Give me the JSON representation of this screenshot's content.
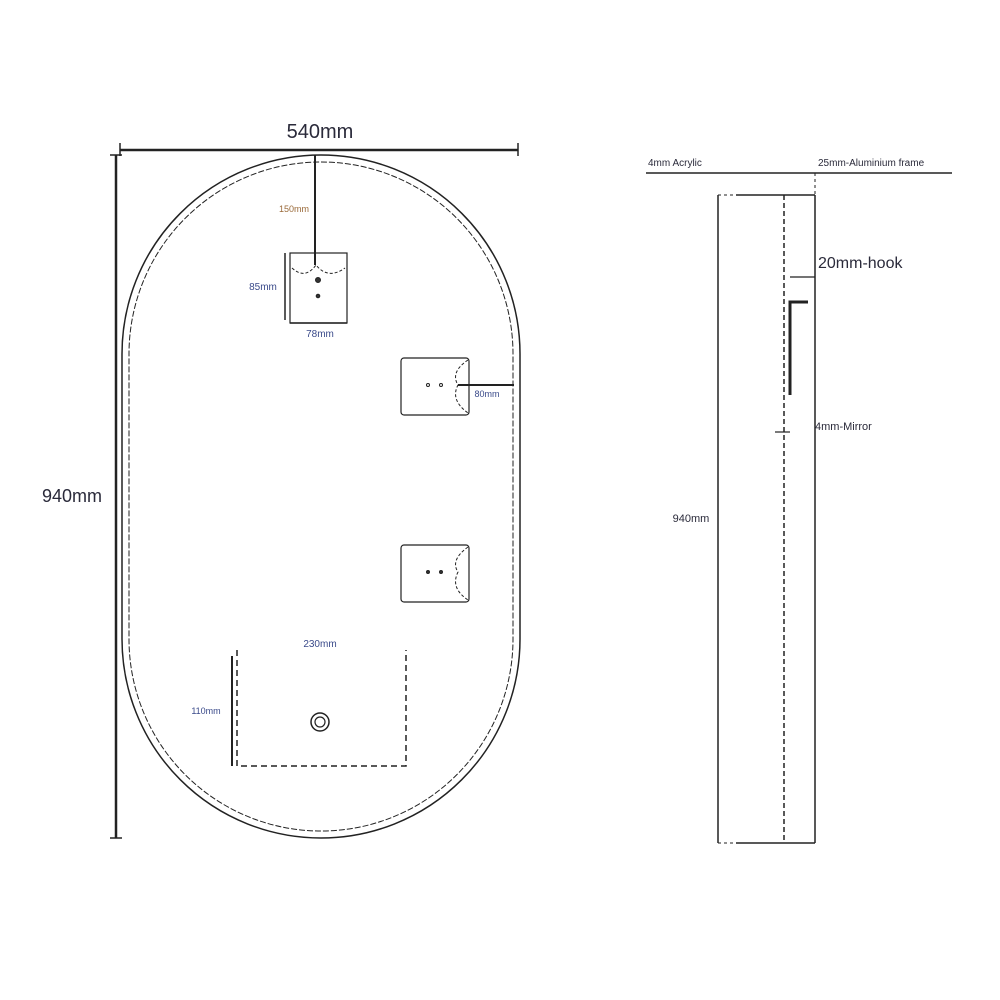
{
  "front_view": {
    "width_label": "540mm",
    "height_label": "940mm",
    "top_offset_label": "150mm",
    "hook_height_label": "85mm",
    "hook_width_label": "78mm",
    "side_offset_label": "80mm",
    "switch_width_label": "230mm",
    "switch_height_label": "110mm"
  },
  "side_view": {
    "acrylic_label": "4mm Acrylic",
    "frame_label": "25mm-Aluminium frame",
    "hook_label": "20mm-hook",
    "mirror_label": "4mm-Mirror",
    "height_label": "940mm"
  }
}
